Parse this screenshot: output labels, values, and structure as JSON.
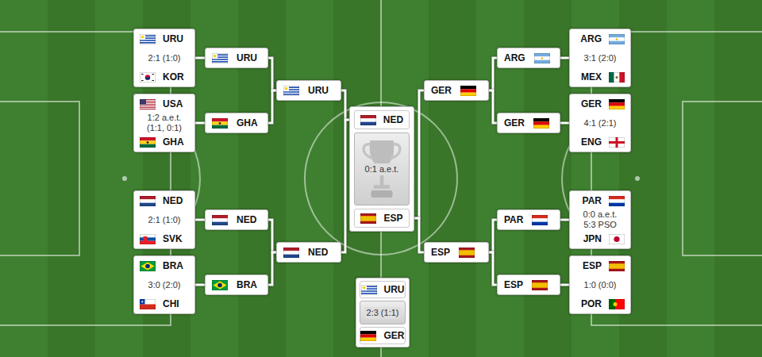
{
  "diagram": {
    "nodes": [
      {
        "text": [
          "URU",
          "2:1 (1:0)",
          "KOR"
        ]
      },
      {
        "text": [
          "USA",
          "1:2 a.e.t. (1:1, 0:1)",
          "GHA"
        ]
      },
      {
        "text": [
          "NED",
          "2:1 (1:0)",
          "SVK"
        ]
      },
      {
        "text": [
          "BRA",
          "3:0 (2:0)",
          "CHI"
        ]
      },
      {
        "text": [
          "URU"
        ]
      },
      {
        "text": [
          "GHA"
        ]
      },
      {
        "text": [
          "NED"
        ]
      },
      {
        "text": [
          "BRA"
        ]
      },
      {
        "text": [
          "URU"
        ]
      },
      {
        "text": [
          "NED"
        ]
      },
      {
        "text": [
          "NED",
          "0:1 a.e.t.",
          "ESP"
        ]
      },
      {
        "text": [
          "URU",
          "2:3 (1:1)",
          "GER"
        ]
      },
      {
        "text": [
          "GER"
        ]
      },
      {
        "text": [
          "ESP"
        ]
      },
      {
        "text": [
          "ARG"
        ]
      },
      {
        "text": [
          "GER"
        ]
      },
      {
        "text": [
          "PAR"
        ]
      },
      {
        "text": [
          "ESP"
        ]
      },
      {
        "text": [
          "ARG",
          "3:1 (2:0)",
          "MEX"
        ]
      },
      {
        "text": [
          "GER",
          "4:1 (2:1)",
          "ENG"
        ]
      },
      {
        "text": [
          "PAR",
          "0:0 a.e.t. 5:3 PSO",
          "JPN"
        ]
      },
      {
        "text": [
          "ESP",
          "1:0 (0:0)",
          "POR"
        ]
      }
    ],
    "edges": [
      {
        "from": 0,
        "to": 4,
        "arrow": "none"
      },
      {
        "from": 1,
        "to": 5,
        "arrow": "none"
      },
      {
        "from": 2,
        "to": 6,
        "arrow": "none"
      },
      {
        "from": 3,
        "to": 7,
        "arrow": "none"
      },
      {
        "from": 4,
        "to": 8,
        "arrow": "none"
      },
      {
        "from": 5,
        "to": 8,
        "arrow": "none"
      },
      {
        "from": 6,
        "to": 9,
        "arrow": "none"
      },
      {
        "from": 7,
        "to": 9,
        "arrow": "none"
      },
      {
        "from": 8,
        "to": 10,
        "arrow": "none"
      },
      {
        "from": 9,
        "to": 10,
        "arrow": "none"
      },
      {
        "from": 18,
        "to": 14,
        "arrow": "none"
      },
      {
        "from": 19,
        "to": 15,
        "arrow": "none"
      },
      {
        "from": 20,
        "to": 16,
        "arrow": "none"
      },
      {
        "from": 21,
        "to": 17,
        "arrow": "none"
      },
      {
        "from": 14,
        "to": 12,
        "arrow": "none"
      },
      {
        "from": 15,
        "to": 12,
        "arrow": "none"
      },
      {
        "from": 16,
        "to": 13,
        "arrow": "none"
      },
      {
        "from": 17,
        "to": 13,
        "arrow": "none"
      },
      {
        "from": 12,
        "to": 10,
        "arrow": "none"
      },
      {
        "from": 13,
        "to": 10,
        "arrow": "none"
      }
    ]
  }
}
